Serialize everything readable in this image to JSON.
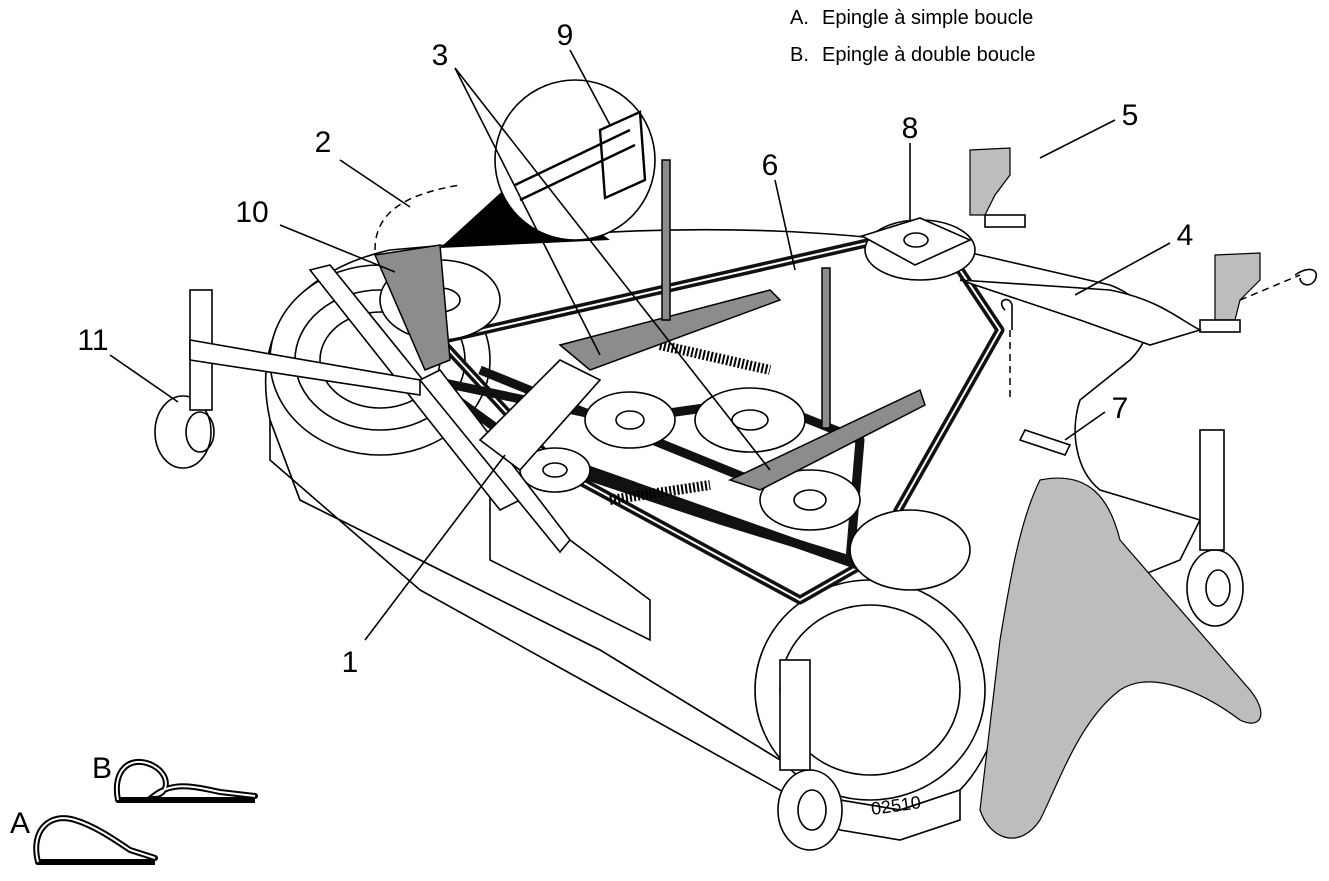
{
  "legend": {
    "items": [
      {
        "letter": "A.",
        "text": "Epingle à simple boucle"
      },
      {
        "letter": "B.",
        "text": "Epingle à double boucle"
      }
    ]
  },
  "callouts": [
    "1",
    "2",
    "3",
    "4",
    "5",
    "6",
    "7",
    "8",
    "9",
    "10",
    "11"
  ],
  "clip_labels": {
    "a": "A",
    "b": "B"
  },
  "figure_number": "02510"
}
